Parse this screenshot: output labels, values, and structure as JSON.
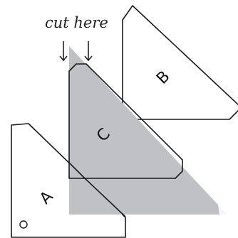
{
  "annotation": {
    "text": "cut here"
  },
  "pieces": [
    {
      "label": "B",
      "fill": "#ffffff"
    },
    {
      "label": "A",
      "fill": "#ffffff"
    },
    {
      "label": "C",
      "fill": "#c0c1c4"
    }
  ],
  "colors": {
    "triangle": "#c0c1c4",
    "outline": "#1a1a1a",
    "arrows": "#222222"
  },
  "icons": [
    "down-arrow-icon",
    "hole-circle-icon"
  ]
}
